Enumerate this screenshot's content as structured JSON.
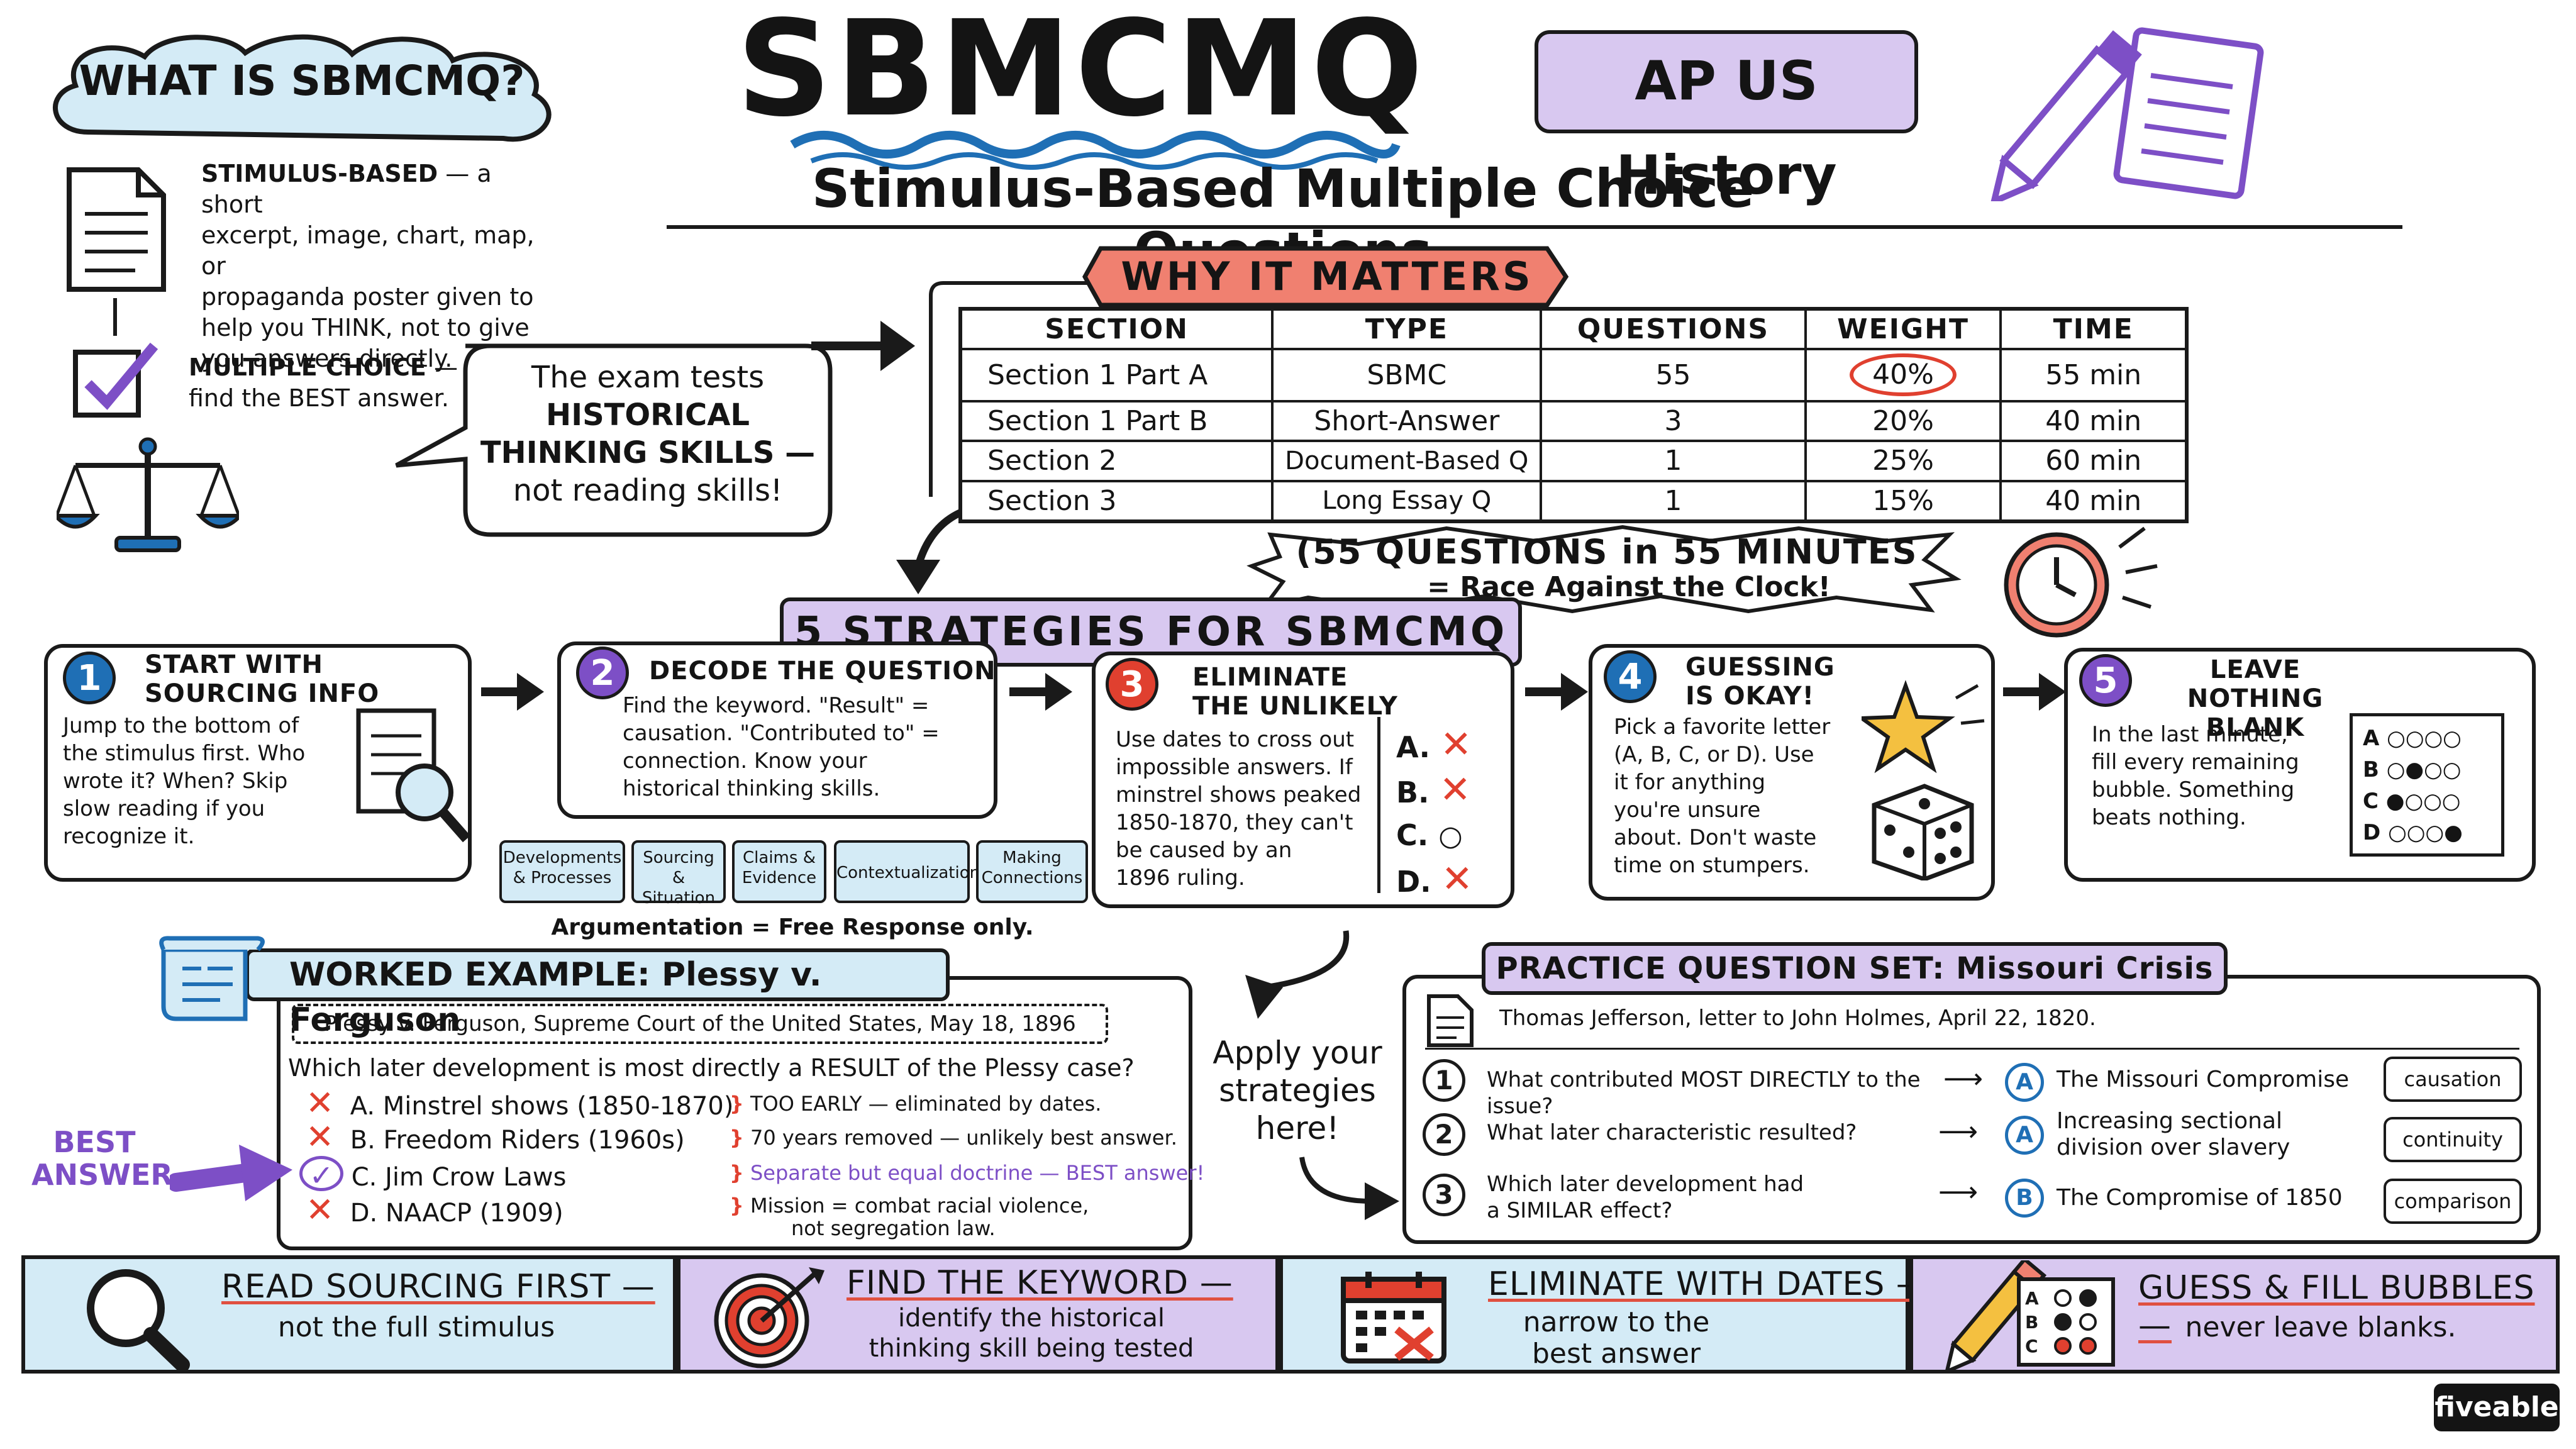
{
  "header": {
    "title": "SBMCMQ",
    "subtitle": "Stimulus-Based Multiple Choice Questions",
    "course_badge": "AP US History"
  },
  "what_is": {
    "cloud_title": "WHAT IS SBMCMQ?",
    "stimulus_term": "STIMULUS-BASED",
    "stimulus_lines": [
      "— a short",
      "excerpt, image, chart, map, or",
      "propaganda poster given to",
      "help you THINK, not to give",
      "you answers directly."
    ],
    "mc_term": "MULTIPLE CHOICE",
    "mc_lines": [
      "—",
      "find the BEST answer."
    ],
    "speech_lines": [
      "The exam tests",
      "HISTORICAL",
      "THINKING SKILLS —",
      "not reading skills!"
    ]
  },
  "why_matters": {
    "banner": "WHY IT MATTERS",
    "columns": [
      "SECTION",
      "TYPE",
      "QUESTIONS",
      "WEIGHT",
      "TIME"
    ],
    "rows": [
      [
        "Section 1 Part A",
        "SBMC",
        "55",
        "40%",
        "55 min"
      ],
      [
        "Section 1 Part B",
        "Short-Answer",
        "3",
        "20%",
        "40 min"
      ],
      [
        "Section 2",
        "Document-Based Q",
        "1",
        "25%",
        "60 min"
      ],
      [
        "Section 3",
        "Long Essay Q",
        "1",
        "15%",
        "40 min"
      ]
    ],
    "callout_line1": "(55 QUESTIONS in 55 MINUTES",
    "callout_line2": "= Race Against the Clock!"
  },
  "strategies": {
    "banner": "5 STRATEGIES FOR SBMCMQ",
    "items": [
      {
        "num": "1",
        "title1": "START WITH",
        "title2": "SOURCING INFO",
        "lines": [
          "Jump to the bottom of",
          "the stimulus first. Who",
          "wrote it? When? Skip",
          "slow reading if you",
          "recognize it."
        ]
      },
      {
        "num": "2",
        "title1": "DECODE THE QUESTION",
        "title2": "",
        "lines": [
          "Find the keyword. \"Result\" =",
          "causation. \"Contributed to\" =",
          "connection. Know your",
          "historical thinking skills."
        ]
      },
      {
        "num": "3",
        "title1": "ELIMINATE",
        "title2": "THE UNLIKELY",
        "lines": [
          "Use dates to cross out",
          "impossible answers. If",
          "minstrel shows peaked",
          "1850-1870, they can't",
          "be caused by an",
          "1896 ruling."
        ]
      },
      {
        "num": "4",
        "title1": "GUESSING",
        "title2": "IS OKAY!",
        "lines": [
          "Pick a favorite letter",
          "(A, B, C, or D). Use",
          "it for anything",
          "you're unsure",
          "about. Don't waste",
          "time on stumpers."
        ]
      },
      {
        "num": "5",
        "title1": "LEAVE NOTHING",
        "title2": "BLANK",
        "lines": [
          "In the last minute,",
          "fill every remaining",
          "bubble. Something",
          "beats nothing."
        ]
      }
    ],
    "eliminate_letters": [
      "A.",
      "B.",
      "C.",
      "D."
    ],
    "bubble_letters": [
      "A",
      "B",
      "C",
      "D"
    ],
    "skill_chips": [
      {
        "l1": "Developments",
        "l2": "& Processes"
      },
      {
        "l1": "Sourcing &",
        "l2": "Situation"
      },
      {
        "l1": "Claims &",
        "l2": "Evidence"
      },
      {
        "l1": "Contextualization",
        "l2": ""
      },
      {
        "l1": "Making",
        "l2": "Connections"
      }
    ],
    "argumentation_note": "Argumentation = Free Response only."
  },
  "worked_example": {
    "title": "WORKED EXAMPLE: Plessy v. Ferguson",
    "source": "Plessy v. Ferguson, Supreme Court of the United States, May 18, 1896",
    "question": "Which later development is most directly a RESULT of the Plessy case?",
    "answers": [
      "A. Minstrel shows (1850-1870)",
      "B. Freedom Riders (1960s)",
      "C. Jim Crow Laws",
      "D. NAACP (1909)"
    ],
    "notes": [
      "TOO EARLY — eliminated by dates.",
      "70 years removed — unlikely best answer.",
      "Separate but equal doctrine — BEST answer!",
      "Mission = combat racial violence,",
      "not segregation law."
    ],
    "best_label_1": "BEST",
    "best_label_2": "ANSWER",
    "apply_lines": [
      "Apply your",
      "strategies",
      "here!"
    ]
  },
  "practice": {
    "title": "PRACTICE QUESTION SET: Missouri Crisis",
    "source": "Thomas Jefferson, letter to John Holmes, April 22, 1820.",
    "items": [
      {
        "num": "1",
        "q1": "What contributed MOST DIRECTLY to the issue?",
        "q2": "",
        "letter": "A",
        "a1": "The Missouri Compromise",
        "a2": "",
        "skill": "causation"
      },
      {
        "num": "2",
        "q1": "What later characteristic resulted?",
        "q2": "",
        "letter": "A",
        "a1": "Increasing sectional",
        "a2": "division over slavery",
        "skill": "continuity"
      },
      {
        "num": "3",
        "q1": "Which later development had",
        "q2": "a SIMILAR effect?",
        "letter": "B",
        "a1": "The Compromise of 1850",
        "a2": "",
        "skill": "comparison"
      }
    ]
  },
  "footer": [
    {
      "title": "READ SOURCING FIRST —",
      "sub1": "not the full stimulus",
      "sub2": "",
      "icon": "magnifier-icon"
    },
    {
      "title": "FIND THE KEYWORD —",
      "sub1": "identify the historical",
      "sub2": "thinking skill being tested",
      "icon": "target-icon"
    },
    {
      "title": "ELIMINATE WITH DATES —",
      "sub1": "narrow to the",
      "sub2": "best answer",
      "icon": "calendar-icon"
    },
    {
      "title": "GUESS & FILL BUBBLES —",
      "sub1": "never leave blanks.",
      "sub2": "",
      "icon": "pencil-bubbles-icon"
    }
  ],
  "brand": "fiveable",
  "colors": {
    "red": "#e0402f",
    "blue": "#1f6fb5",
    "purple": "#7d4fc6",
    "light_blue": "#d4ebf6",
    "light_purple": "#d8c8f0",
    "salmon": "#f08070"
  }
}
